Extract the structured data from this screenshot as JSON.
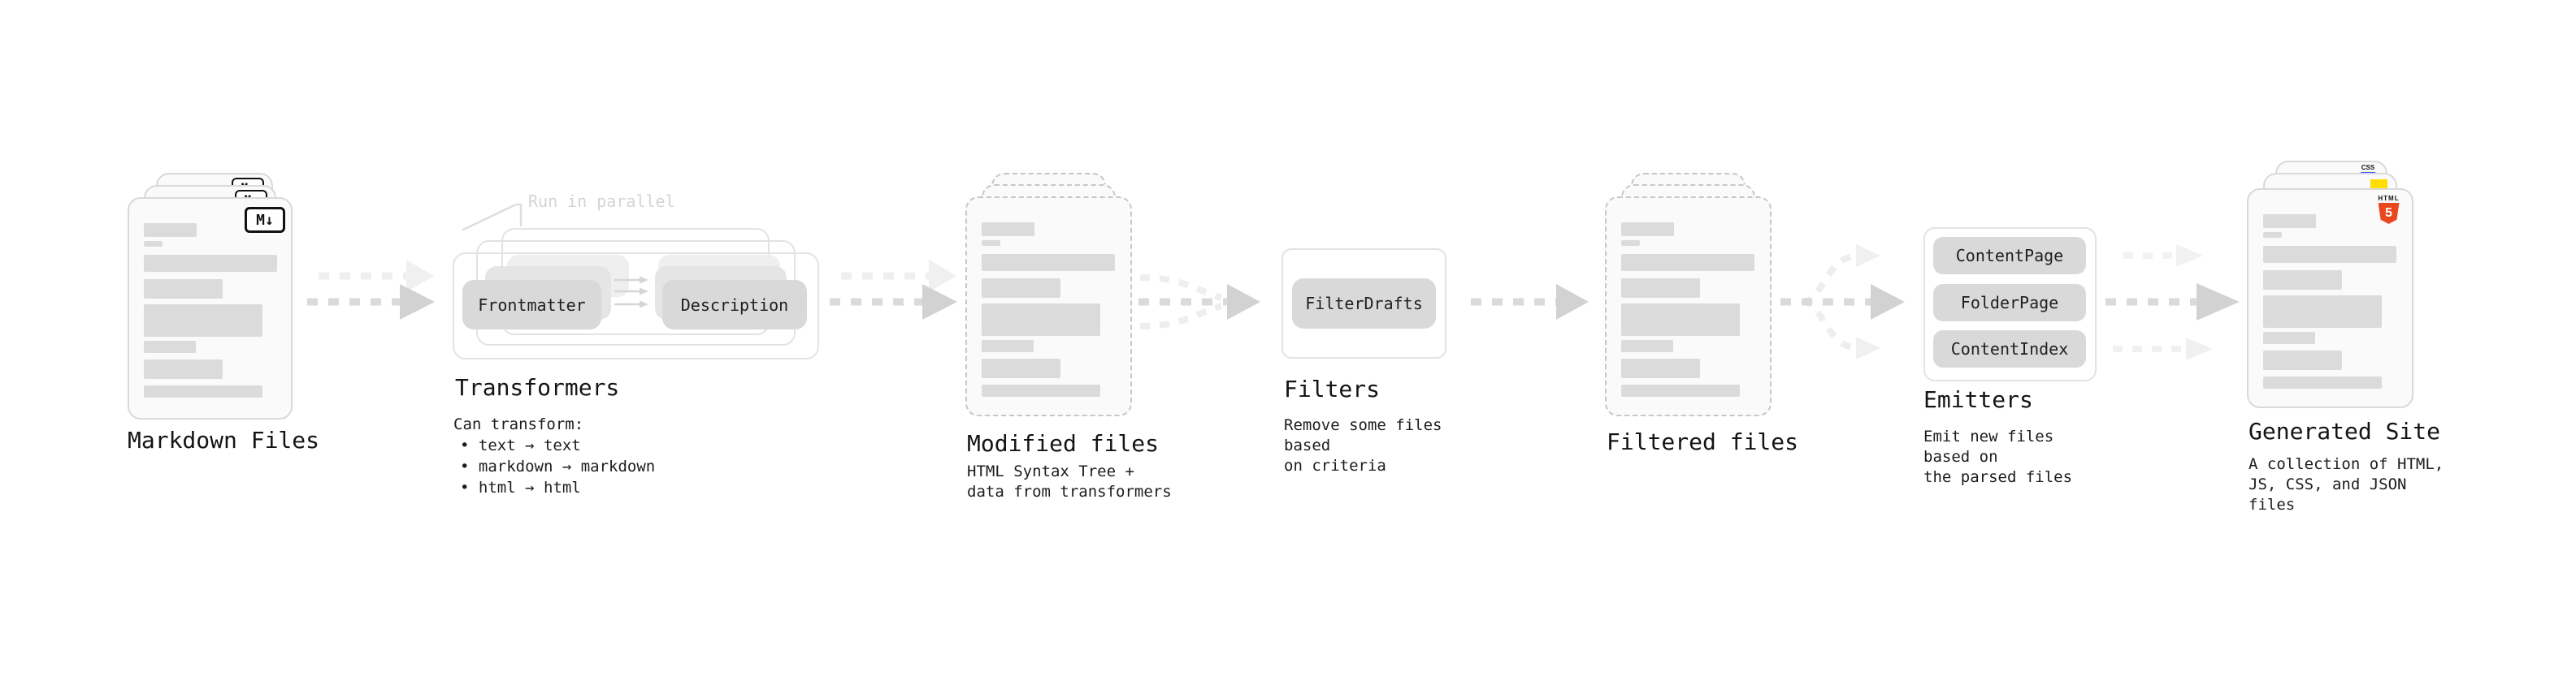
{
  "colors": {
    "background": "#ffffff",
    "card_fill": "#fafafa",
    "card_border": "#d9d9d9",
    "dashed_border": "#c7c7c7",
    "skeleton_bar": "#dbdbdb",
    "chip_fill": "#d9d9d9",
    "arrow_dark": "#d9d9d9",
    "arrow_light": "#efefef",
    "text": "#1b1b1b",
    "muted_note": "#d4d4d4",
    "html5_orange": "#e8481f",
    "js_yellow": "#ffde00",
    "css_blue": "#2b62f0",
    "markdown_black": "#111111"
  },
  "stages": {
    "markdown_files": {
      "label": "Markdown Files",
      "icon_text": "M↓"
    },
    "transformers": {
      "note": "Run in parallel",
      "input_button": "Frontmatter",
      "output_button": "Description",
      "title": "Transformers",
      "caption": "Can transform:",
      "bullets": [
        "• text → text",
        "• markdown → markdown",
        "• html → html"
      ]
    },
    "modified_files": {
      "title": "Modified files",
      "caption": "HTML Syntax Tree +\ndata from transformers"
    },
    "filters": {
      "button": "FilterDrafts",
      "title": "Filters",
      "caption": "Remove some files based\non criteria"
    },
    "filtered_files": {
      "title": "Filtered files"
    },
    "emitters": {
      "buttons": [
        "ContentPage",
        "FolderPage",
        "ContentIndex"
      ],
      "title": "Emitters",
      "caption": "Emit new files based on\nthe parsed files"
    },
    "generated_site": {
      "title": "Generated Site",
      "caption": "A collection of HTML,\nJS, CSS, and JSON files",
      "css_badge": "CSS",
      "html5_wordmark": "HTML",
      "html5_number": "5"
    }
  }
}
